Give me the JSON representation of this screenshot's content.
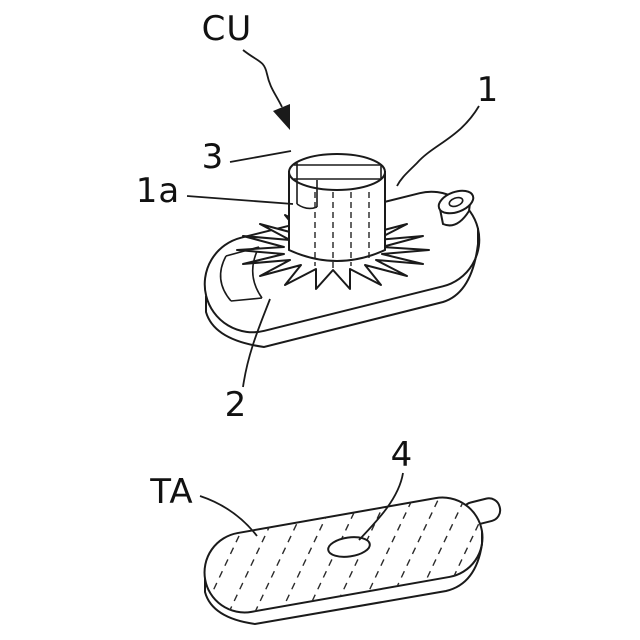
{
  "figure": {
    "type": "patent-line-drawing",
    "colors": {
      "background": "#ffffff",
      "line": "#1a1a1a"
    },
    "labels": {
      "cu": "CU",
      "ref1": "1",
      "ref3": "3",
      "ref1a": "1a",
      "ref2": "2",
      "ta": "TA",
      "ref4": "4"
    }
  }
}
